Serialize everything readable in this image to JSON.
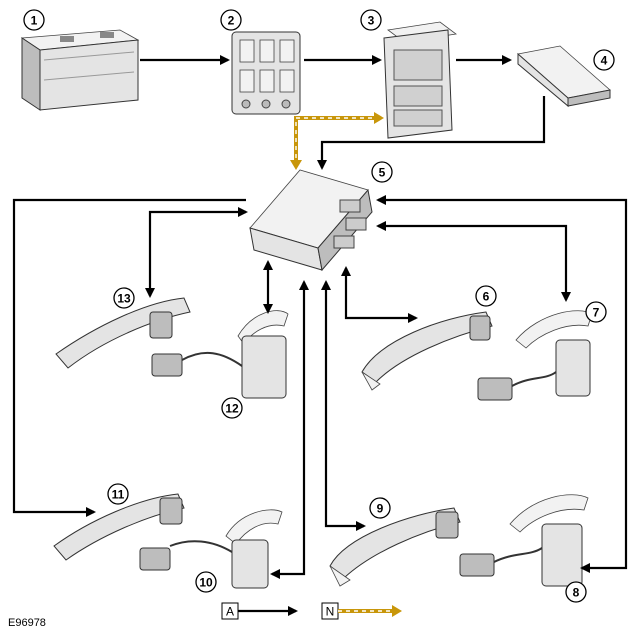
{
  "figure_ref": "E96978",
  "callouts": [
    "1",
    "2",
    "3",
    "4",
    "5",
    "6",
    "7",
    "8",
    "9",
    "10",
    "11",
    "12",
    "13"
  ],
  "legend": {
    "line_a_label": "A",
    "line_n_label": "N"
  },
  "colors": {
    "line_a": "#000000",
    "line_n_dash": "#c8960a",
    "line_n_alt": "#ffffff"
  }
}
